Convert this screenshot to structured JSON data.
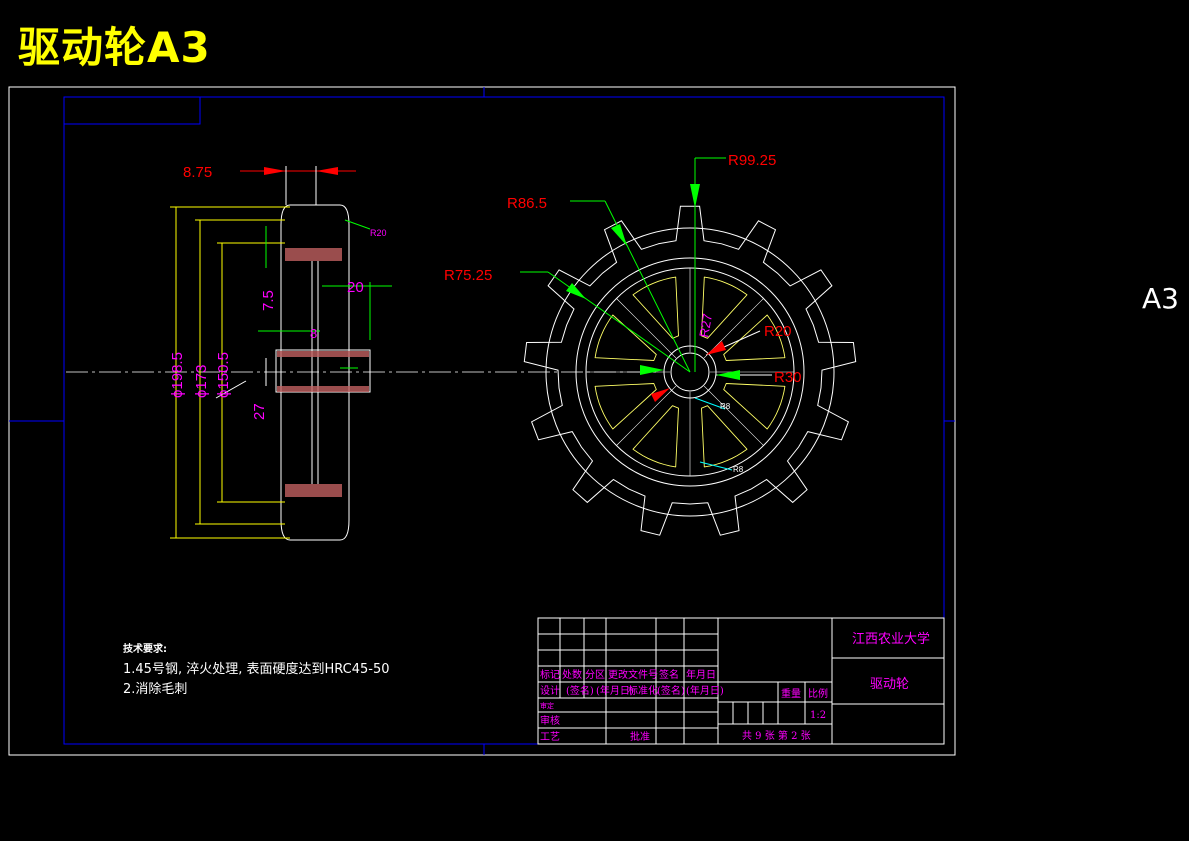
{
  "title": "驱动轮A3",
  "sheet_label": "A3",
  "colors": {
    "background": "#000000",
    "border": "#0000ff",
    "outline": "#ffffff",
    "dimension": "#ffff00",
    "leader": "#00ff00",
    "callout_arrow": "#ff0000",
    "title_block": "#ff00ff"
  },
  "side_view": {
    "dimensions": {
      "width_top": "8.75",
      "radius_small": "R20",
      "height_7": "7.5",
      "gap_20": "20",
      "small_d": "8",
      "dia_outer": "ϕ198.5",
      "dia_mid": "ϕ173",
      "dia_inner": "ϕ150.5",
      "bore": "27"
    }
  },
  "front_view": {
    "dimensions": {
      "r_top": "R99.25",
      "r_mid": "R86.5",
      "r_inner": "R75.25",
      "r_hub_vert": "R27",
      "r_hub_small": "R20",
      "r_hub": "R30",
      "r_slot1": "R8",
      "r_slot2": "R8"
    }
  },
  "notes": {
    "header": "技术要求:",
    "line1": "1.45号钢, 淬火处理, 表面硬度达到HRC45-50",
    "line2": "2.消除毛刺"
  },
  "title_block": {
    "university": "江西农业大学",
    "part_name": "驱动轮",
    "header_row": [
      "标记",
      "处数",
      "分区",
      "更改文件号",
      "签名",
      "年月日"
    ],
    "design_row": [
      "设计",
      "(签名)",
      "(年月日)",
      "标准化",
      "(签名)",
      "(年月日)"
    ],
    "row_check": "审核",
    "row_process": "工艺",
    "approve": "批准",
    "row_extra": "审定",
    "weight_label": "重量",
    "scale_label": "比例",
    "scale_value": "1:2",
    "sheet_count": "共 9 张 第 2 张"
  }
}
